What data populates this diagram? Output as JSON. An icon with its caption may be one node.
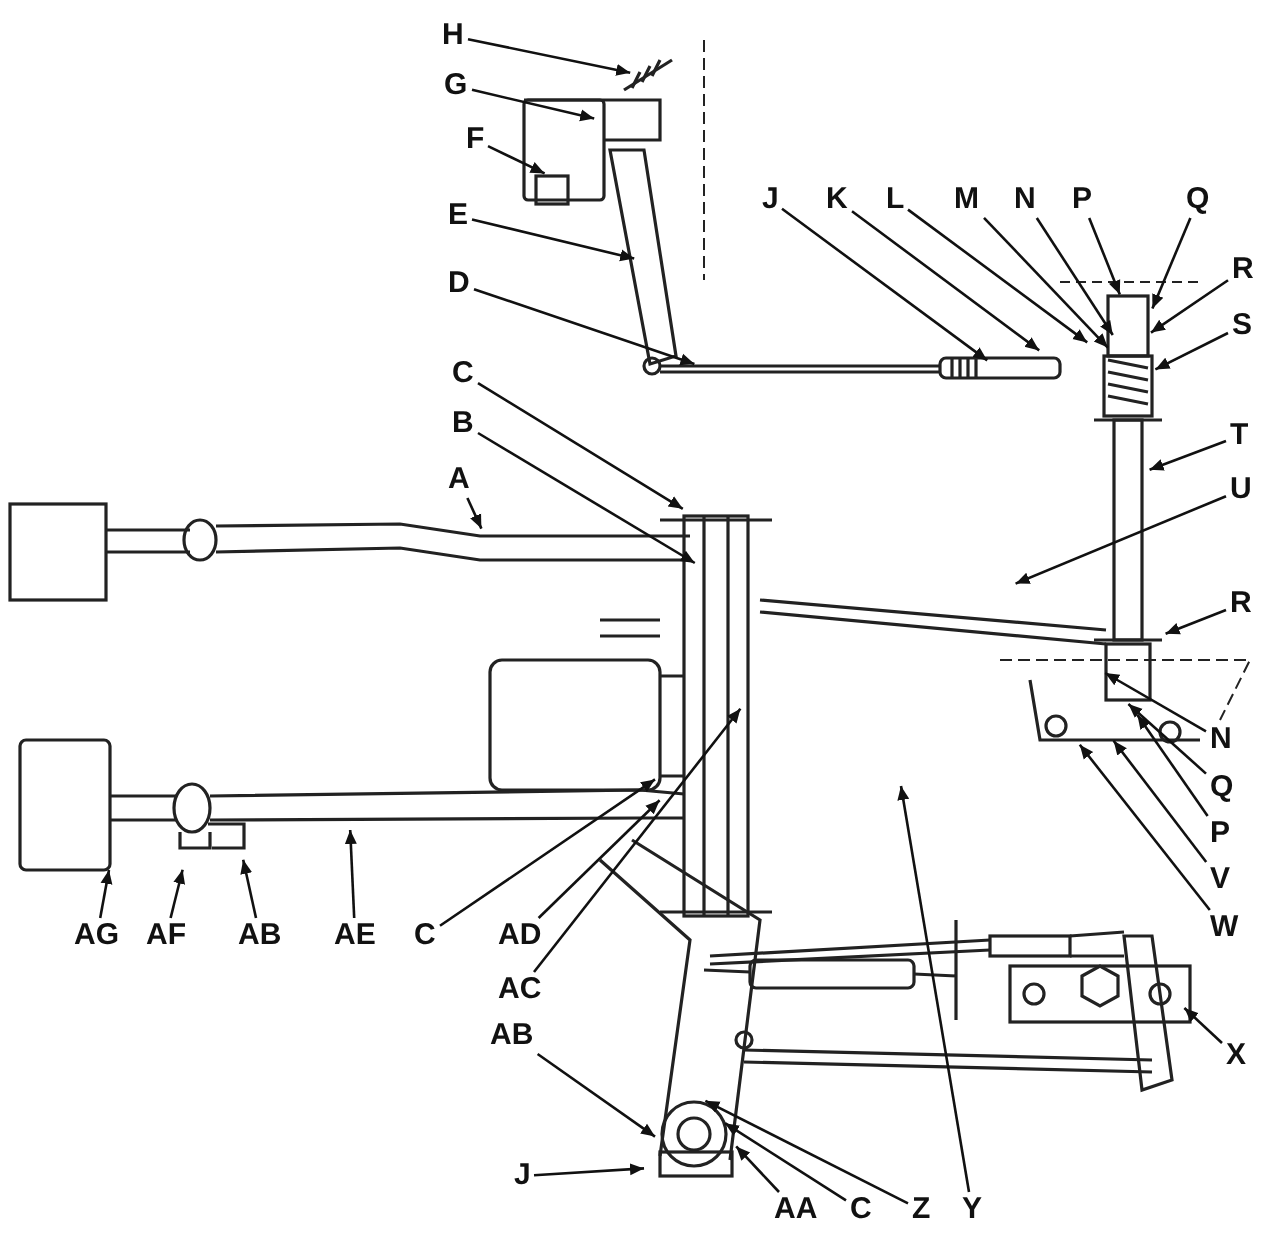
{
  "diagram": {
    "nodes": [
      {
        "text": [
          "H"
        ]
      },
      {
        "text": [
          "G"
        ]
      },
      {
        "text": [
          "F"
        ]
      },
      {
        "text": [
          "E"
        ]
      },
      {
        "text": [
          "D"
        ]
      },
      {
        "text": [
          "C"
        ]
      },
      {
        "text": [
          "B"
        ]
      },
      {
        "text": [
          "A"
        ]
      },
      {
        "text": [
          "J"
        ]
      },
      {
        "text": [
          "K"
        ]
      },
      {
        "text": [
          "L"
        ]
      },
      {
        "text": [
          "M"
        ]
      },
      {
        "text": [
          "N"
        ]
      },
      {
        "text": [
          "P"
        ]
      },
      {
        "text": [
          "Q"
        ]
      },
      {
        "text": [
          "R"
        ]
      },
      {
        "text": [
          "S"
        ]
      },
      {
        "text": [
          "T"
        ]
      },
      {
        "text": [
          "U"
        ]
      },
      {
        "text": [
          "R"
        ]
      },
      {
        "text": [
          "N"
        ]
      },
      {
        "text": [
          "Q"
        ]
      },
      {
        "text": [
          "P"
        ]
      },
      {
        "text": [
          "V"
        ]
      },
      {
        "text": [
          "W"
        ]
      },
      {
        "text": [
          "X"
        ]
      },
      {
        "text": [
          "AG"
        ]
      },
      {
        "text": [
          "AF"
        ]
      },
      {
        "text": [
          "AB"
        ]
      },
      {
        "text": [
          "AE"
        ]
      },
      {
        "text": [
          "C"
        ]
      },
      {
        "text": [
          "AD"
        ]
      },
      {
        "text": [
          "AC"
        ]
      },
      {
        "text": [
          "AB"
        ]
      },
      {
        "text": [
          "J"
        ]
      },
      {
        "text": [
          "AA"
        ]
      },
      {
        "text": [
          "C"
        ]
      },
      {
        "text": [
          "Z"
        ]
      },
      {
        "text": [
          "Y"
        ]
      }
    ],
    "edges": [
      {
        "from": 0,
        "to": null,
        "arrow": "to"
      },
      {
        "from": 1,
        "to": null,
        "arrow": "to"
      },
      {
        "from": 2,
        "to": null,
        "arrow": "to"
      },
      {
        "from": 3,
        "to": null,
        "arrow": "to"
      },
      {
        "from": 4,
        "to": null,
        "arrow": "to"
      },
      {
        "from": 5,
        "to": null,
        "arrow": "to"
      },
      {
        "from": 6,
        "to": null,
        "arrow": "to"
      },
      {
        "from": 7,
        "to": null,
        "arrow": "to"
      },
      {
        "from": 8,
        "to": null,
        "arrow": "to"
      },
      {
        "from": 9,
        "to": null,
        "arrow": "to"
      },
      {
        "from": 10,
        "to": null,
        "arrow": "to"
      },
      {
        "from": 11,
        "to": null,
        "arrow": "to"
      },
      {
        "from": 12,
        "to": null,
        "arrow": "to"
      },
      {
        "from": 13,
        "to": null,
        "arrow": "to"
      },
      {
        "from": 14,
        "to": null,
        "arrow": "to"
      },
      {
        "from": 15,
        "to": null,
        "arrow": "to"
      },
      {
        "from": 16,
        "to": null,
        "arrow": "to"
      },
      {
        "from": 17,
        "to": null,
        "arrow": "to"
      },
      {
        "from": 18,
        "to": null,
        "arrow": "to"
      },
      {
        "from": 19,
        "to": null,
        "arrow": "to"
      },
      {
        "from": 20,
        "to": null,
        "arrow": "to"
      },
      {
        "from": 21,
        "to": null,
        "arrow": "to"
      },
      {
        "from": 22,
        "to": null,
        "arrow": "to"
      },
      {
        "from": 23,
        "to": null,
        "arrow": "to"
      },
      {
        "from": 24,
        "to": null,
        "arrow": "to"
      },
      {
        "from": 25,
        "to": null,
        "arrow": "to"
      },
      {
        "from": 26,
        "to": null,
        "arrow": "to"
      },
      {
        "from": 27,
        "to": null,
        "arrow": "to"
      },
      {
        "from": 28,
        "to": null,
        "arrow": "to"
      },
      {
        "from": 29,
        "to": null,
        "arrow": "to"
      },
      {
        "from": 30,
        "to": null,
        "arrow": "to"
      },
      {
        "from": 31,
        "to": null,
        "arrow": "to"
      },
      {
        "from": 32,
        "to": null,
        "arrow": "to"
      },
      {
        "from": 33,
        "to": null,
        "arrow": "to"
      },
      {
        "from": 34,
        "to": null,
        "arrow": "to"
      },
      {
        "from": 35,
        "to": null,
        "arrow": "to"
      },
      {
        "from": 36,
        "to": null,
        "arrow": "to"
      },
      {
        "from": 37,
        "to": null,
        "arrow": "to"
      },
      {
        "from": 38,
        "to": null,
        "arrow": "to"
      }
    ]
  }
}
